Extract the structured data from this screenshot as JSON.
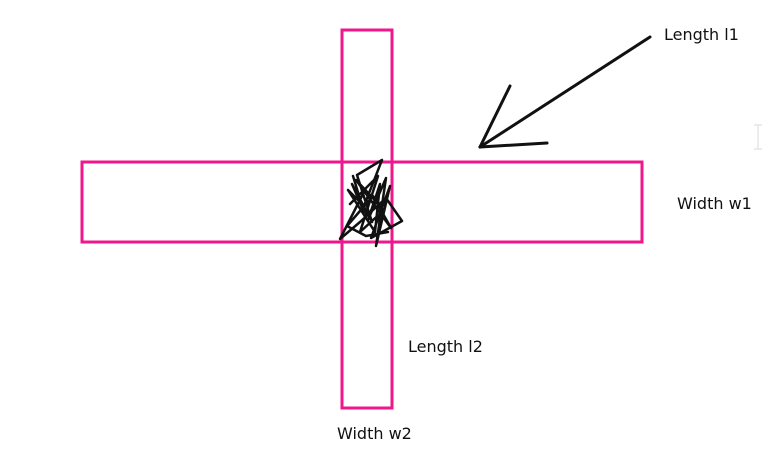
{
  "labels": {
    "length_1": "Length l1",
    "width_1": "Width w1",
    "length_2": "Length l2",
    "width_2": "Width w2"
  },
  "colors": {
    "rectangle_stroke": "#f0168c",
    "ink": "#111111",
    "cursor": "#e6e6e6"
  },
  "icons": {
    "arrow": "arrow-icon",
    "scribble": "scribble-mark",
    "cursor": "text-cursor-icon"
  }
}
